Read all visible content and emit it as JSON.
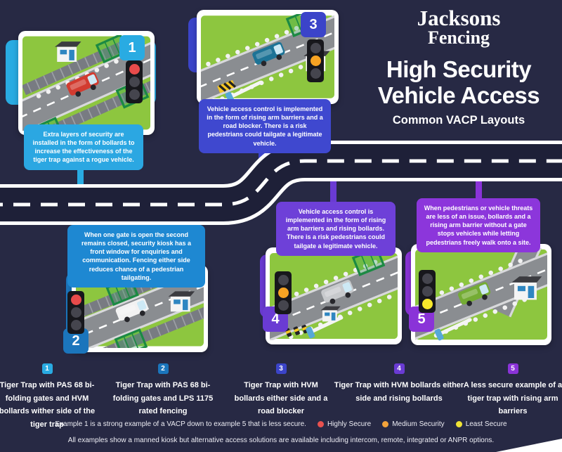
{
  "header": {
    "brand_line1": "Jacksons",
    "brand_line2": "Fencing",
    "title_line1": "High Security",
    "title_line2": "Vehicle Access",
    "subtitle": "Common VACP Layouts"
  },
  "colors": {
    "background": "#272944",
    "road_surface": "#1E2038",
    "road_markings": "#FFFFFF",
    "grass": "#8DC63F",
    "fence_green": "#1B8A43",
    "traffic_light_body": "#17171C",
    "traffic_light_off": "#45454E"
  },
  "panels": [
    {
      "number": "1",
      "accent": "#29ABE2",
      "callout_bg": "#2BA7E2",
      "callout": "Extra layers of security are installed in the form of bollards to increase the effectiveness of the tiger trap against a rogue vehicle.",
      "caption": "Tiger Trap with PAS 68 bi-folding gates and HVM bollards wither side of the tiger trap",
      "vehicle_color": "#D23B30",
      "light": {
        "signal": "red",
        "on_index": 0,
        "on_color": "#E84B4B"
      }
    },
    {
      "number": "2",
      "accent": "#1B75BC",
      "callout_bg": "#1E88D2",
      "callout": "When one gate is open the second remains closed, security kiosk has a front window for enquiries and communication. Fencing either side reduces chance of a pedestrian tailgating.",
      "caption": "Tiger Trap with PAS 68 bi-folding gates and LPS 1175 rated fencing",
      "vehicle_color": "#F2F2F2",
      "light": {
        "signal": "red",
        "on_index": 0,
        "on_color": "#E84B4B"
      }
    },
    {
      "number": "3",
      "accent": "#3B44C9",
      "callout_bg": "#3F48CF",
      "callout": "Vehicle access control is implemented in the form of rising arm barriers and a road blocker. There is a risk pedestrians could tailgate a legitimate vehicle.",
      "caption": "Tiger Trap with HVM bollards either side and a road blocker",
      "vehicle_color": "#1D7396",
      "light": {
        "signal": "amber",
        "on_index": 1,
        "on_color": "#F7A323"
      }
    },
    {
      "number": "4",
      "accent": "#6A3BD3",
      "callout_bg": "#6E40D8",
      "callout": "Vehicle access control is implemented in the form of rising arm barriers and rising bollards. There is a risk pedestrians could tailgate a legitimate vehicle.",
      "caption": "Tiger Trap with HVM bollards either side and rising bollards",
      "vehicle_color": "#C7C9CC",
      "light": {
        "signal": "amber",
        "on_index": 1,
        "on_color": "#F7A323"
      }
    },
    {
      "number": "5",
      "accent": "#8A33D8",
      "callout_bg": "#8C36DB",
      "callout": "When pedestrians or vehicle threats are less of an issue, bollards and a rising arm barrier without a gate stops vehicles while letting pedestrians freely walk onto a site.",
      "caption": "A less secure example of a tiger trap with rising arm barriers",
      "vehicle_color": "#74AC34",
      "light": {
        "signal": "yellow",
        "on_index": 2,
        "on_color": "#F7E82B"
      }
    }
  ],
  "footer": {
    "note1": "Example 1 is a strong example of a VACP down to example 5 that is less secure.",
    "legend": [
      {
        "label": "Highly Secure",
        "color": "#E8514F"
      },
      {
        "label": "Medium Security",
        "color": "#F2A33B"
      },
      {
        "label": "Least Secure",
        "color": "#F0E335"
      }
    ],
    "note2": "All examples show a manned kiosk but alternative access solutions are available including intercom, remote, integrated or ANPR options."
  }
}
